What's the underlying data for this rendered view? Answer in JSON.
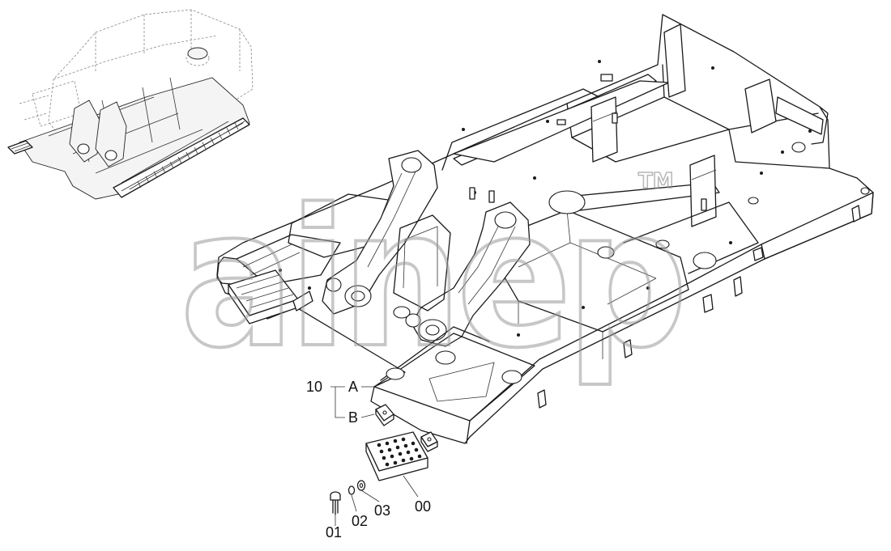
{
  "watermark": {
    "text": "ainep",
    "tm": "TM"
  },
  "callouts": {
    "group_10": "10",
    "item_a": "A",
    "item_b": "B",
    "item_00": "00",
    "item_01": "01",
    "item_02": "02",
    "item_03": "03"
  }
}
